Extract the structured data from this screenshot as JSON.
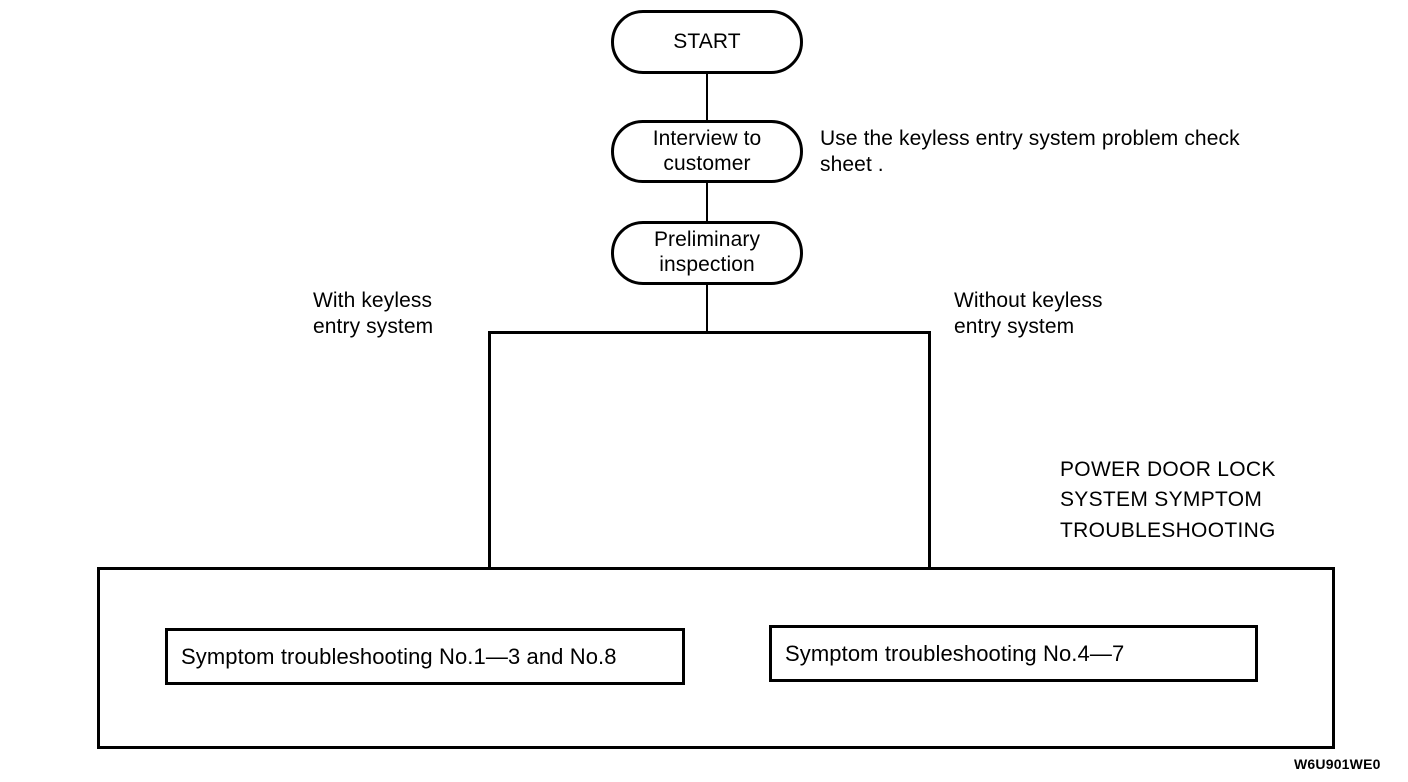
{
  "diagram": {
    "title": "Keyless entry / power door lock system troubleshooting flowchart",
    "figure_code": "W6U901WE0",
    "line_color": "#000000",
    "background_color": "#ffffff"
  },
  "nodes": {
    "start": {
      "label": "START",
      "shape": "stadium"
    },
    "interview": {
      "line1": "Interview to",
      "line2": "customer",
      "shape": "stadium"
    },
    "preliminary": {
      "line1": "Preliminary",
      "line2": "inspection",
      "shape": "stadium"
    }
  },
  "notes": {
    "check_sheet": "Use the keyless entry system problem check\nsheet ."
  },
  "branches": {
    "left": {
      "label": "With keyless\nentry system"
    },
    "right": {
      "label": "Without keyless\nentry system"
    }
  },
  "group": {
    "heading": "POWER DOOR LOCK\nSYSTEM SYMPTOM\nTROUBLESHOOTING",
    "boxes": [
      {
        "label": "Symptom troubleshooting No.1—3 and No.8"
      },
      {
        "label": "Symptom troubleshooting No.4—7"
      }
    ]
  }
}
